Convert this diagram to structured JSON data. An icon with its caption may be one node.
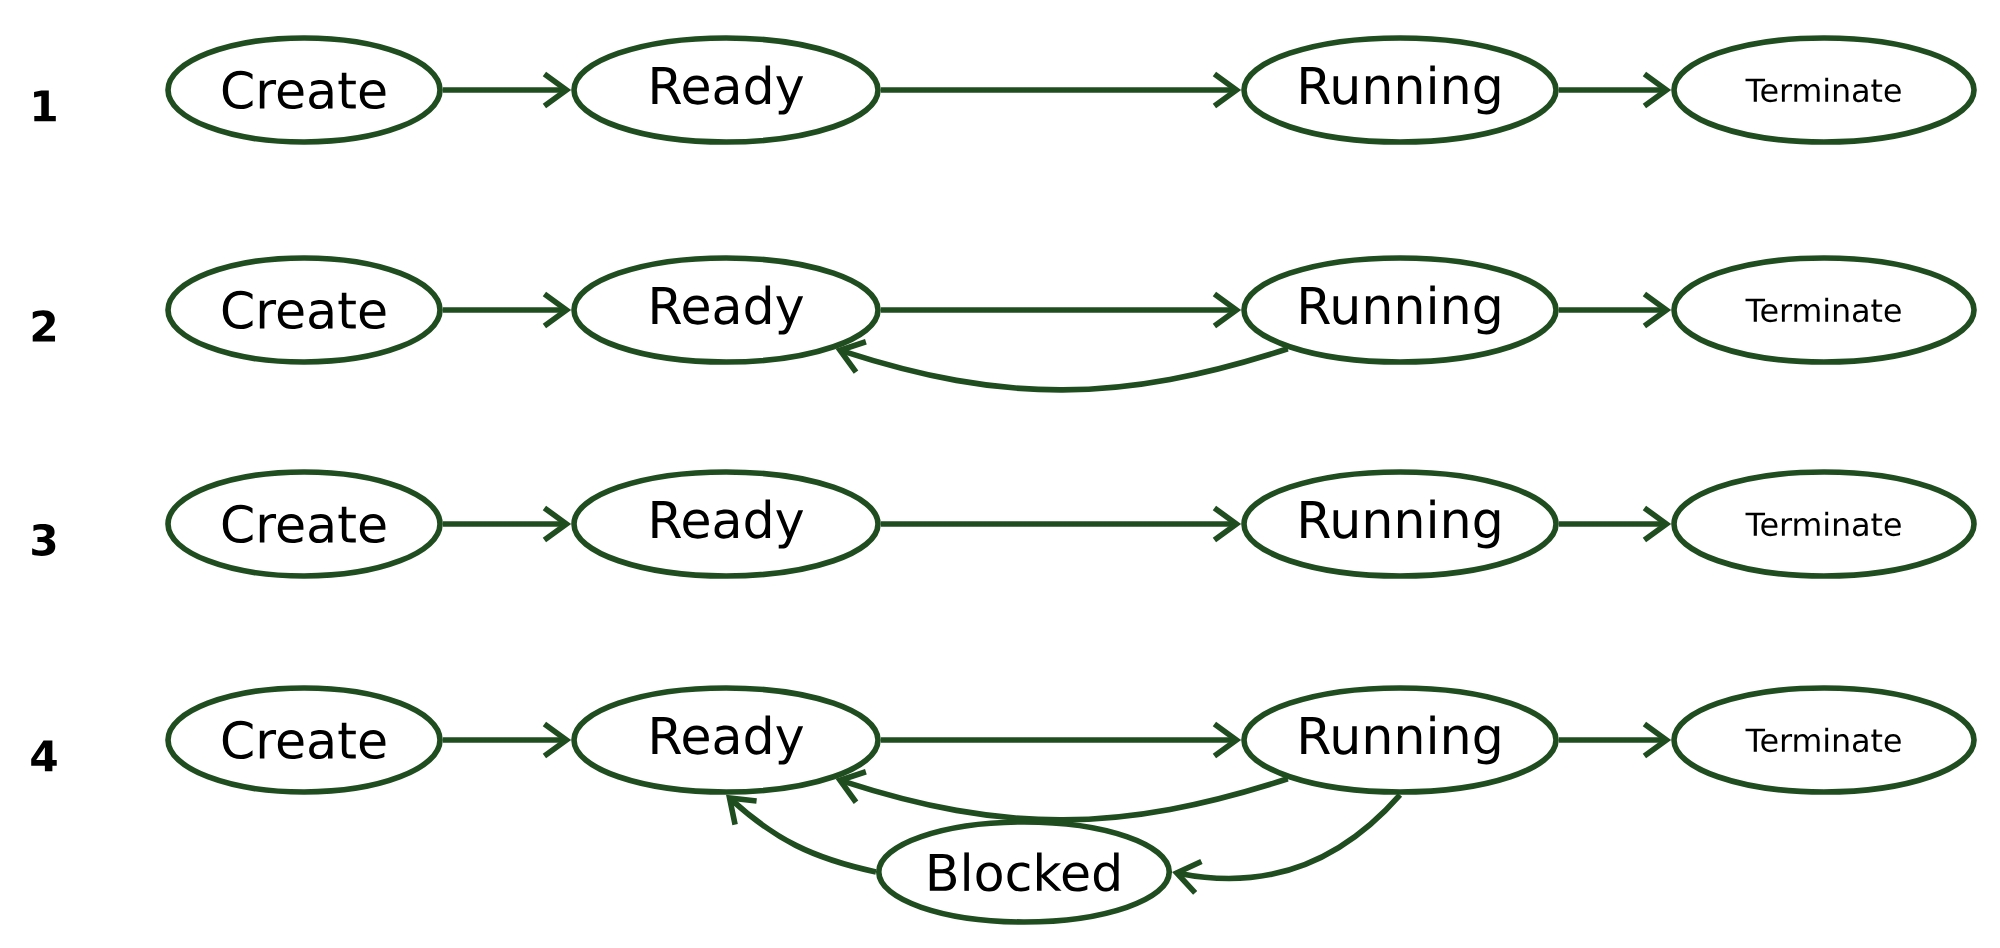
{
  "diagram": {
    "nodes": [
      {
        "text": [
          "Create"
        ]
      },
      {
        "text": [
          "Ready"
        ]
      },
      {
        "text": [
          "Running"
        ]
      },
      {
        "text": [
          "Terminate"
        ]
      },
      {
        "text": [
          "Create"
        ]
      },
      {
        "text": [
          "Ready"
        ]
      },
      {
        "text": [
          "Running"
        ]
      },
      {
        "text": [
          "Terminate"
        ]
      },
      {
        "text": [
          "Create"
        ]
      },
      {
        "text": [
          "Ready"
        ]
      },
      {
        "text": [
          "Running"
        ]
      },
      {
        "text": [
          "Terminate"
        ]
      },
      {
        "text": [
          "Create"
        ]
      },
      {
        "text": [
          "Ready"
        ]
      },
      {
        "text": [
          "Running"
        ]
      },
      {
        "text": [
          "Terminate"
        ]
      },
      {
        "text": [
          "Blocked"
        ]
      }
    ],
    "edges": [
      {
        "from": 0,
        "to": 1,
        "arrow": "to"
      },
      {
        "from": 1,
        "to": 2,
        "arrow": "to"
      },
      {
        "from": 2,
        "to": 3,
        "arrow": "to"
      },
      {
        "from": 4,
        "to": 5,
        "arrow": "to"
      },
      {
        "from": 5,
        "to": 6,
        "arrow": "to"
      },
      {
        "from": 6,
        "to": 5,
        "arrow": "to"
      },
      {
        "from": 6,
        "to": 7,
        "arrow": "to"
      },
      {
        "from": 8,
        "to": 9,
        "arrow": "to"
      },
      {
        "from": 9,
        "to": 10,
        "arrow": "to"
      },
      {
        "from": 10,
        "to": 11,
        "arrow": "to"
      },
      {
        "from": 12,
        "to": 13,
        "arrow": "to"
      },
      {
        "from": 13,
        "to": 14,
        "arrow": "to"
      },
      {
        "from": 14,
        "to": 13,
        "arrow": "to"
      },
      {
        "from": 14,
        "to": 16,
        "arrow": "to"
      },
      {
        "from": 16,
        "to": 13,
        "arrow": "to"
      },
      {
        "from": 14,
        "to": 15,
        "arrow": "to"
      }
    ],
    "labels": [
      "1",
      "2",
      "3",
      "4"
    ]
  }
}
